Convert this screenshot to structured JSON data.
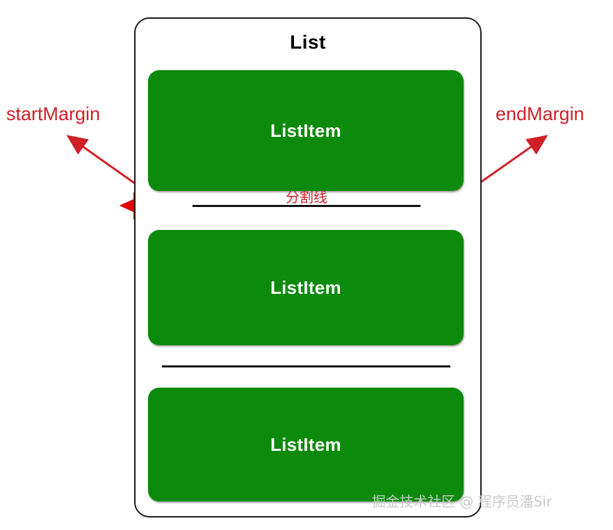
{
  "diagram": {
    "title": "List",
    "container": {
      "label": "List",
      "border_color": "#1a1a1a",
      "background": "#ffffff"
    },
    "items": [
      {
        "label": "ListItem"
      },
      {
        "label": "ListItem"
      },
      {
        "label": "ListItem"
      }
    ],
    "dividers": [
      {
        "label": "分割线",
        "annotated": true
      },
      {
        "label": "",
        "annotated": false
      }
    ],
    "annotations": [
      {
        "name": "startMargin",
        "label": "startMargin",
        "side": "left",
        "color": "#cf1f28"
      },
      {
        "name": "endMargin",
        "label": "endMargin",
        "side": "right",
        "color": "#cf1f28"
      },
      {
        "name": "divider-label",
        "label": "分割线",
        "side": "center",
        "color": "#cf1f28"
      }
    ],
    "colors": {
      "item_green": "#0b8a0b",
      "item_text": "#ffffff",
      "annotation_red": "#cf1f28",
      "divider_black": "#111111",
      "title_black": "#000000",
      "watermark_gray": "#c9c9c9"
    }
  },
  "watermark": {
    "text": "掘金技术社区 @ 程序员潘Sir"
  }
}
